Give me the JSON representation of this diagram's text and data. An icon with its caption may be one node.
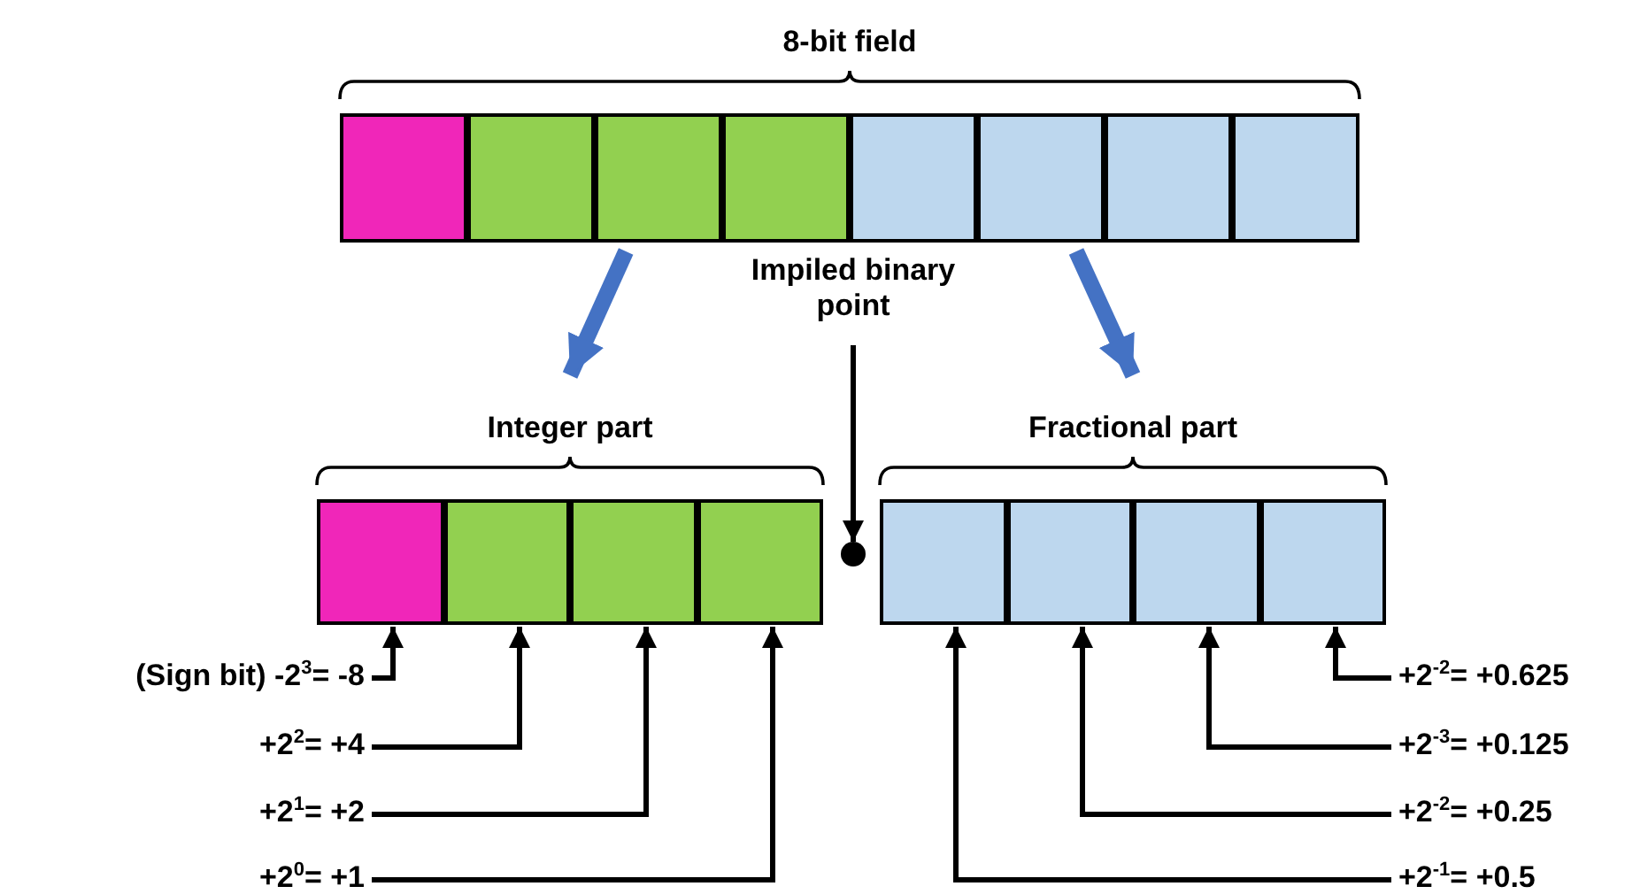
{
  "diagram": {
    "nodes": [
      {
        "text": [
          "8-bit field"
        ]
      },
      {
        "text": [],
        "shape": "box",
        "in": 0
      },
      {
        "text": [],
        "shape": "box",
        "in": 0
      },
      {
        "text": [],
        "shape": "box",
        "in": 0
      },
      {
        "text": [],
        "shape": "box",
        "in": 0
      },
      {
        "text": [],
        "shape": "box",
        "in": 0
      },
      {
        "text": [],
        "shape": "box",
        "in": 0
      },
      {
        "text": [],
        "shape": "box",
        "in": 0
      },
      {
        "text": [],
        "shape": "box",
        "in": 0
      },
      {
        "text": [
          "Integer part"
        ]
      },
      {
        "text": [],
        "shape": "box",
        "in": 9
      },
      {
        "text": [],
        "shape": "box",
        "in": 9
      },
      {
        "text": [],
        "shape": "box",
        "in": 9
      },
      {
        "text": [],
        "shape": "box",
        "in": 9
      },
      {
        "text": [
          "Fractional part"
        ]
      },
      {
        "text": [],
        "shape": "box",
        "in": 14
      },
      {
        "text": [],
        "shape": "box",
        "in": 14
      },
      {
        "text": [],
        "shape": "box",
        "in": 14
      },
      {
        "text": [],
        "shape": "box",
        "in": 14
      },
      {
        "text": [],
        "shape": "circle"
      },
      {
        "text": [
          "Impiled binary point"
        ]
      },
      {
        "text": [
          "(Sign bit) -2$^{3}$= -8"
        ]
      },
      {
        "text": [
          "+2$^{2}$= +4"
        ]
      },
      {
        "text": [
          "+2$^{1}$= +2"
        ]
      },
      {
        "text": [
          "+2$^{0}$= +1"
        ]
      },
      {
        "text": [
          "+2$^{-2}$= +0.625"
        ]
      },
      {
        "text": [
          "+2$^{-3}$= +0.125"
        ]
      },
      {
        "text": [
          "+2$^{-2}$= +0.25"
        ]
      },
      {
        "text": [
          "+2$^{-1}$= +0.5"
        ]
      }
    ],
    "edges": [
      {
        "from": 0,
        "to": 9,
        "arrow": "to",
        "style": "thick",
        "color": "#4472c4"
      },
      {
        "from": 0,
        "to": 14,
        "arrow": "to",
        "style": "thick",
        "color": "#4472c4"
      },
      {
        "from": 20,
        "to": 19,
        "arrow": "to"
      },
      {
        "from": 21,
        "to": 10,
        "arrow": "to"
      },
      {
        "from": 22,
        "to": 11,
        "arrow": "to"
      },
      {
        "from": 23,
        "to": 12,
        "arrow": "to"
      },
      {
        "from": 24,
        "to": 13,
        "arrow": "to"
      },
      {
        "from": 25,
        "to": 18,
        "arrow": "to"
      },
      {
        "from": 26,
        "to": 17,
        "arrow": "to"
      },
      {
        "from": 27,
        "to": 16,
        "arrow": "to"
      },
      {
        "from": 28,
        "to": 15,
        "arrow": "to"
      }
    ]
  }
}
